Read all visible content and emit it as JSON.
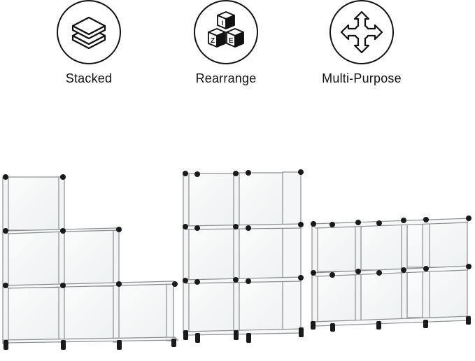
{
  "features": [
    {
      "label": "Stacked",
      "icon": "stacked-layers-icon"
    },
    {
      "label": "Rearrange",
      "icon": "cube-blocks-icon"
    },
    {
      "label": "Multi-Purpose",
      "icon": "four-way-arrows-icon"
    }
  ],
  "cube_letters": [
    "I",
    "Z",
    "E"
  ],
  "configurations": [
    {
      "name": "staircase",
      "cubes": 6
    },
    {
      "name": "tower",
      "cubes": 6
    },
    {
      "name": "bookcase",
      "cubes": 6
    }
  ],
  "colors": {
    "icon_stroke": "#111111",
    "panel": "#f4f6f7",
    "edge": "#8a8f94",
    "connector": "#1a1a1a"
  }
}
